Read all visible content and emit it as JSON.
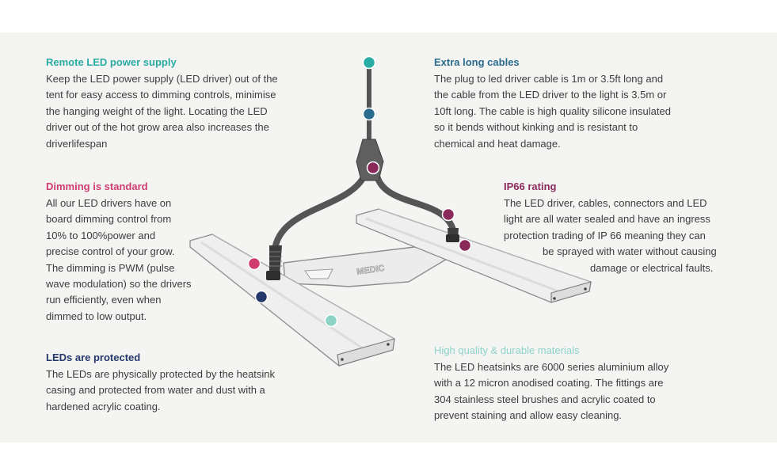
{
  "colors": {
    "remote": "#2aaba4",
    "cables": "#2a6c8e",
    "dimming": "#cf3d6e",
    "ip66": "#8a2a5b",
    "leds": "#24386b",
    "materials": "#8fd3c8",
    "background": "#f4f4f3",
    "body_text": "#3d3d3d"
  },
  "features": {
    "remote": {
      "title": "Remote LED power supply",
      "lines": [
        "Keep the LED power supply (LED driver) out of the",
        "tent for easy access to dimming controls, minimise",
        "the hanging weight of the light. Locating the LED",
        "driver out of the hot grow area also increases the",
        "driverlifespan"
      ]
    },
    "cables": {
      "title": "Extra long cables",
      "lines": [
        "The plug to led driver cable is 1m or 3.5ft long and",
        "the cable from the LED driver to the light is 3.5m or",
        "10ft long. The cable is high quality silicone insulated",
        "so it bends without kinking and is resistant to",
        "chemical and heat damage."
      ]
    },
    "dimming": {
      "title": "Dimming is standard",
      "lines": [
        "All our LED drivers have on",
        "board dimming control from",
        "10% to 100%power and",
        "precise control of your grow.",
        "The dimming is PWM (pulse",
        "wave modulation) so the drivers",
        "run efficiently, even when",
        "dimmed to low output."
      ]
    },
    "ip66": {
      "title": "IP66 rating",
      "lines": [
        "The LED driver, cables, connectors and LED",
        "light are all water sealed and have an ingress",
        "protection trading of IP 66 meaning they can",
        "be sprayed with water without causing",
        "damage or electrical faults."
      ]
    },
    "leds": {
      "title": "LEDs are protected",
      "lines": [
        "The LEDs are physically protected by the heatsink",
        "casing and protected from water and dust with a",
        "hardened acrylic coating."
      ]
    },
    "materials": {
      "title": "High quality & durable materials",
      "lines": [
        "The LED heatsinks are 6000 series aluminium alloy",
        "with a 12 micron anodised coating. The fittings are",
        "304 stainless steel brushes and acrylic coated to",
        "prevent staining and allow easy cleaning."
      ]
    }
  },
  "product": {
    "brand_mark": "MEDIC"
  }
}
